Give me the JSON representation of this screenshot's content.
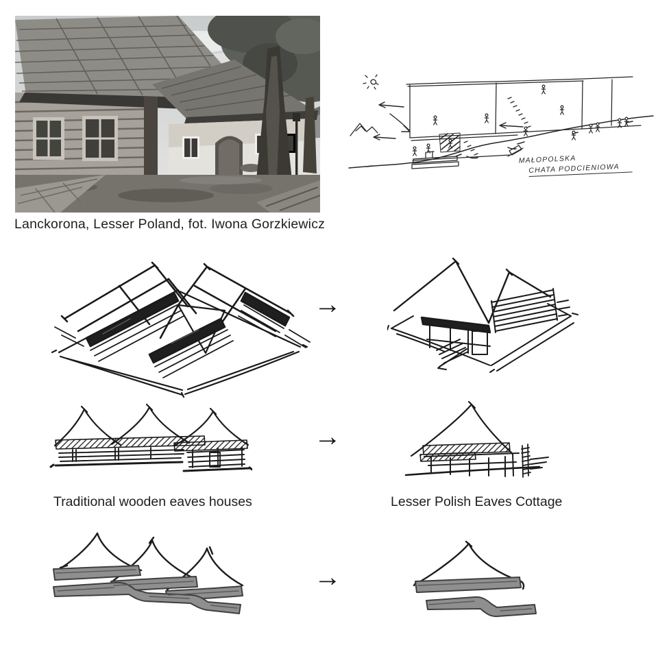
{
  "photo": {
    "caption": "Lanckorona, Lesser Poland, fot. Iwona Gorzkiewicz",
    "subject": "black-and-white photograph of traditional wooden eaves houses with large trees"
  },
  "concept_sketch": {
    "annotation_line1": "MAŁOPOLSKA",
    "annotation_line2": "CHATA PODCIENIOWA",
    "icons": [
      "sun-icon",
      "mountains-icon",
      "human-figures",
      "terrain-line"
    ]
  },
  "transform_rows": [
    {
      "id": "axonometric-roofs",
      "arrow": "→"
    },
    {
      "id": "elevations",
      "arrow": "→",
      "left_label": "Traditional wooden eaves houses",
      "right_label": "Lesser Polish Eaves Cottage"
    },
    {
      "id": "massing-diagram",
      "arrow": "→"
    }
  ],
  "colors": {
    "background": "#ffffff",
    "ink": "#1d1d1d",
    "marker_gray": "#8f8f8f",
    "text": "#1e1e1e"
  }
}
